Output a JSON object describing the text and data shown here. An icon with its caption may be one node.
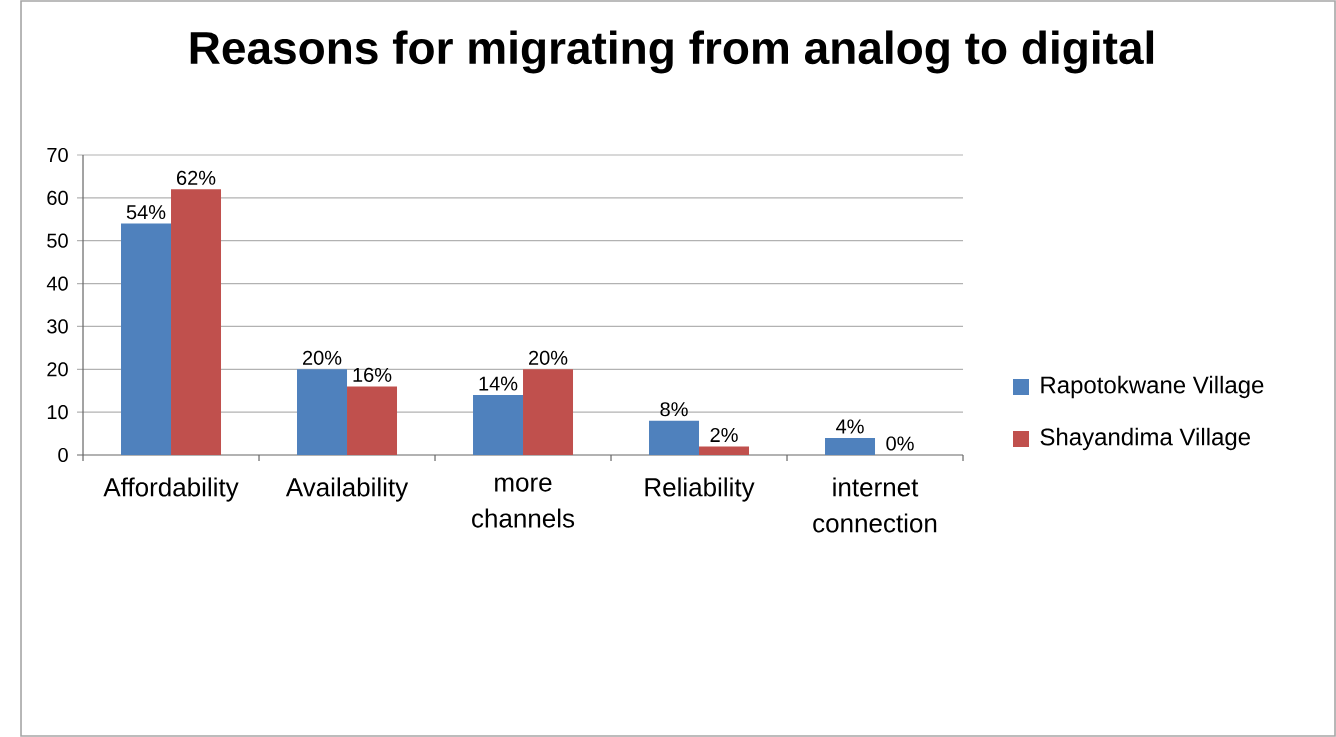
{
  "diagram": {
    "chart_data": {
      "type": "bar",
      "title": "Reasons for migrating from analog to digital",
      "categories": [
        "Affordability",
        "Availability",
        "more channels",
        "Reliability",
        "internet connection"
      ],
      "series": [
        {
          "name": "Rapotokwane Village",
          "color": "#4f81bd",
          "values": [
            54,
            20,
            14,
            8,
            4
          ]
        },
        {
          "name": "Shayandima Village",
          "color": "#c0504d",
          "values": [
            62,
            16,
            20,
            2,
            0
          ]
        }
      ],
      "ylim": [
        0,
        70
      ],
      "grid": true,
      "legend": "right",
      "yticks": [
        0,
        10,
        20,
        30,
        40,
        50,
        60,
        70
      ],
      "value_labels": [
        [
          "54%",
          "20%",
          "14%",
          "8%",
          "4%"
        ],
        [
          "62%",
          "16%",
          "20%",
          "2%",
          "0%"
        ]
      ]
    }
  }
}
